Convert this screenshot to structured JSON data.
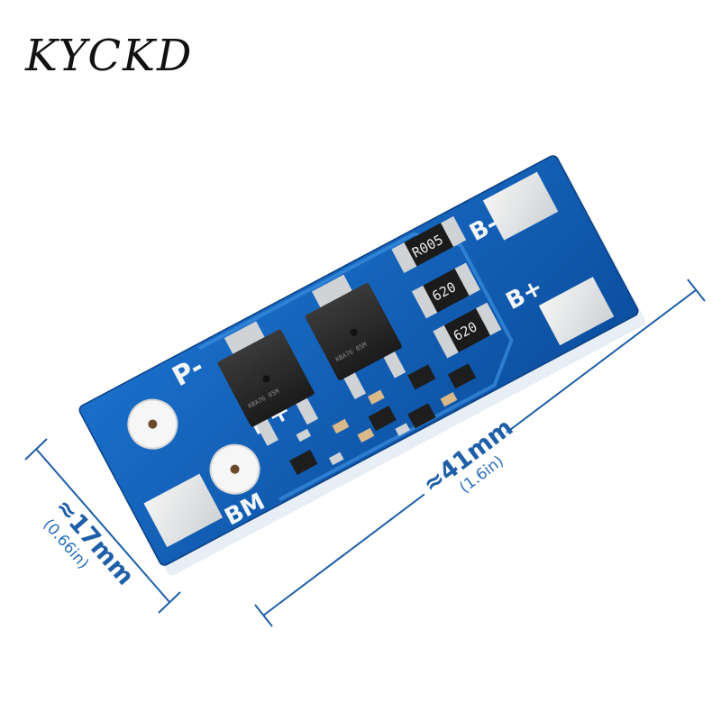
{
  "brand": "KYCKD",
  "board": {
    "label_p_minus": "P-",
    "label_p_plus": "P+",
    "label_bm": "BM",
    "label_b_minus": "B-",
    "label_b_plus": "B+",
    "resistor_r005": "R005",
    "resistor_620": "620",
    "mosfet_mark": "KBA76 05M"
  },
  "dimensions": {
    "width_mm": "≈17mm",
    "width_in": "(0.66in)",
    "length_mm": "≈41mm",
    "length_in": "(1.6in)"
  },
  "colors": {
    "board_blue": "#1565c0",
    "dimension_blue": "#1f5fa8",
    "pad_silver": "#e0e3e6"
  }
}
